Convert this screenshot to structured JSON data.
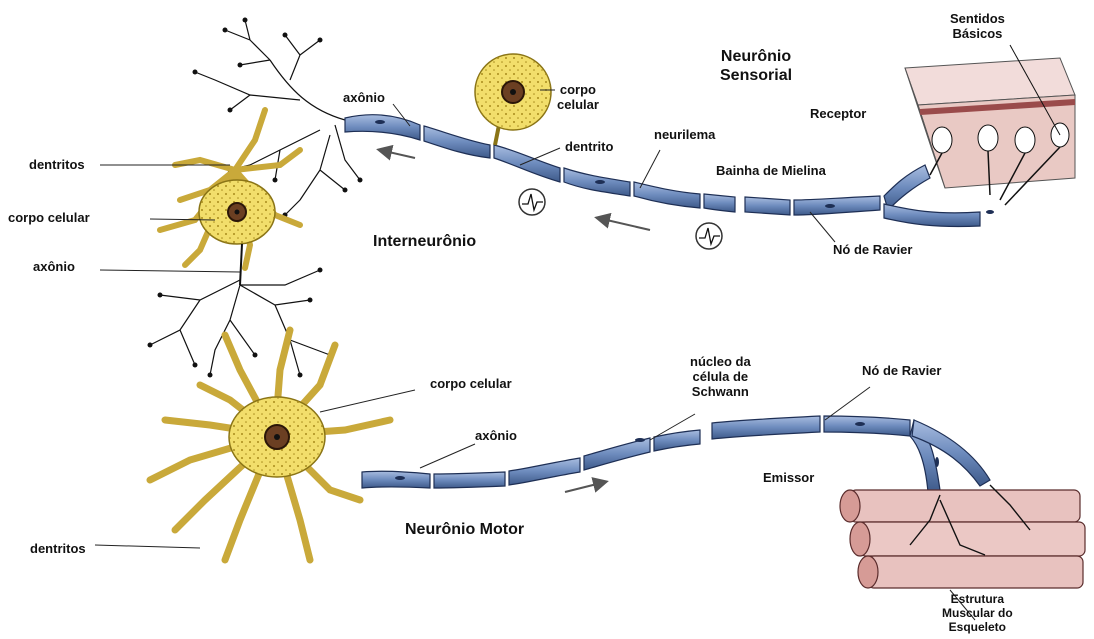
{
  "labels": {
    "sentidos_basicos": "Sentidos\nBásicos",
    "neuronio_sensorial": "Neurônio\nSensorial",
    "receptor": "Receptor",
    "axonio_top": "axônio",
    "corpo_celular_top": "corpo\ncelular",
    "dentrito": "dentrito",
    "neurilema": "neurilema",
    "bainha_mielina": "Bainha de Mielina",
    "no_ravier_top": "Nó de Ravier",
    "dentritos_left": "dentritos",
    "corpo_celular_left": "corpo celular",
    "axonio_left": "axônio",
    "interneuronio": "Interneurônio",
    "nucleo_schwann": "núcleo da\ncélula de\nSchwann",
    "no_ravier_bottom": "Nó de Ravier",
    "corpo_celular_motor": "corpo celular",
    "axonio_motor": "axônio",
    "emissor": "Emissor",
    "neuronio_motor": "Neurônio Motor",
    "dentritos_bottom": "dentritos",
    "estrutura_muscular": "Estrutura\nMuscular do\nEsqueleto"
  },
  "colors": {
    "soma": "#f2de6b",
    "soma_outline": "#6b5a10",
    "nucleus": "#6b3f22",
    "myelin": "#7e99c6",
    "myelin_dark": "#3e5a8a",
    "skin": "#e9c9c4",
    "muscle": "#e8c2bf",
    "line": "#111111"
  },
  "icons": [
    "impulse-wave-icon",
    "arrow-icon"
  ]
}
